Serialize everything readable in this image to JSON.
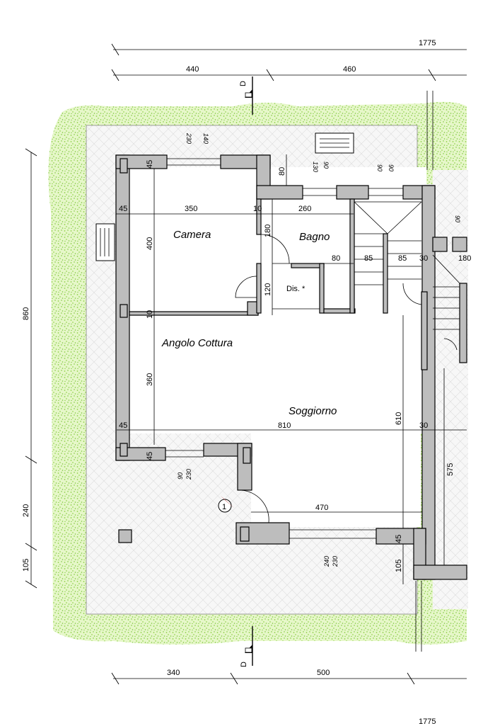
{
  "rooms": {
    "camera": "Camera",
    "bagno": "Bagno",
    "dis": "Dis. *",
    "cottura": "Angolo Cottura",
    "soggiorno": "Soggiorno"
  },
  "section_mark": "D",
  "entry_number": "1",
  "dims": {
    "top_total": "1775",
    "top_left": "440",
    "top_right": "460",
    "bottom_left": "340",
    "bottom_right": "500",
    "bottom_total_partial": "1775",
    "left_total": "860",
    "left_240": "240",
    "left_105": "105",
    "camera_width": "350",
    "bagno_width": "260",
    "camera_height": "400",
    "wall_45_a": "45",
    "wall_45_b": "45",
    "wall_45_c": "45",
    "wall_45_d": "45",
    "wall_45_e": "45",
    "wall_10_a": "10",
    "wall_10_b": "10",
    "bagno_80": "80",
    "dis_80": "80",
    "dis_120": "120",
    "bagno_180": "180",
    "stair_85_a": "85",
    "stair_85_b": "85",
    "stair_30_a": "30",
    "stair_30_b": "30",
    "stair_180": "180",
    "cottura_360": "360",
    "soggiorno_width": "810",
    "soggiorno_610": "610",
    "side_575": "575",
    "entry_470": "470",
    "corner_105": "105",
    "win_camera_140": "140",
    "win_camera_230": "230",
    "win_bagno_130": "130",
    "win_bagno_90": "90",
    "win_stair_90a": "90",
    "win_stair_90b": "90",
    "win_right_90": "90",
    "win_low_90": "90",
    "win_low_230": "230",
    "win_entry_240": "240",
    "win_entry_230": "230"
  }
}
